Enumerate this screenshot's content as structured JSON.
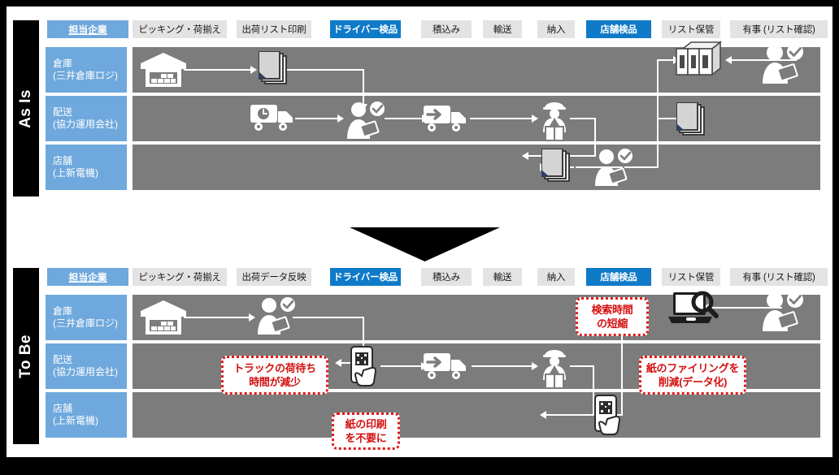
{
  "sections": [
    {
      "id": "as-is",
      "side_label": "As Is",
      "columns": [
        {
          "label": "担当企業",
          "style": "owner"
        },
        {
          "label": "ピッキング・荷揃え",
          "style": "normal"
        },
        {
          "label": "出荷リスト印刷",
          "style": "normal"
        },
        {
          "label": "ドライバー検品",
          "style": "highlight"
        },
        {
          "label": "積込み",
          "style": "normal"
        },
        {
          "label": "輸送",
          "style": "normal"
        },
        {
          "label": "納入",
          "style": "normal"
        },
        {
          "label": "店舗検品",
          "style": "highlight"
        },
        {
          "label": "リスト保管",
          "style": "normal"
        },
        {
          "label": "有事 (リスト確認)",
          "style": "normal"
        }
      ],
      "lanes": [
        {
          "name": "倉庫",
          "sub": "(三井倉庫ロジ)"
        },
        {
          "name": "配送",
          "sub": "(協力運用会社)"
        },
        {
          "name": "店舗",
          "sub": "(上新電機)"
        }
      ],
      "callouts": []
    },
    {
      "id": "to-be",
      "side_label": "To Be",
      "columns": [
        {
          "label": "担当企業",
          "style": "owner"
        },
        {
          "label": "ピッキング・荷揃え",
          "style": "normal"
        },
        {
          "label": "出荷データ反映",
          "style": "normal"
        },
        {
          "label": "ドライバー検品",
          "style": "highlight"
        },
        {
          "label": "積込み",
          "style": "normal"
        },
        {
          "label": "輸送",
          "style": "normal"
        },
        {
          "label": "納入",
          "style": "normal"
        },
        {
          "label": "店舗検品",
          "style": "highlight"
        },
        {
          "label": "リスト保管",
          "style": "normal"
        },
        {
          "label": "有事 (リスト確認)",
          "style": "normal"
        }
      ],
      "lanes": [
        {
          "name": "倉庫",
          "sub": "(三井倉庫ロジ)"
        },
        {
          "name": "配送",
          "sub": "(協力運用会社)"
        },
        {
          "name": "店舗",
          "sub": "(上新電機)"
        }
      ],
      "callouts": [
        {
          "line1": "検索時間",
          "line2": "の短縮"
        },
        {
          "line1": "トラックの荷待ち",
          "line2": "時間が減少"
        },
        {
          "line1": "紙のファイリングを",
          "line2": "削減(データ化)"
        },
        {
          "line1": "紙の印刷",
          "line2": "を不要に"
        }
      ]
    }
  ],
  "icons": {
    "warehouse": "warehouse-icon",
    "documents": "document-stack-icon",
    "delivery_truck_wait": "truck-clock-icon",
    "inspector": "person-inspecting-tablet-icon",
    "loading_truck": "truck-loading-icon",
    "deliveryman": "delivery-person-box-icon",
    "file_archive": "binder-archive-icon",
    "laptop_search": "laptop-search-icon",
    "mobile_scan": "mobile-barcode-scan-icon",
    "check_badge": "check-badge-icon"
  },
  "colors": {
    "accent_blue": "#0f7ac8",
    "owner_blue": "#6fa8dc",
    "lane_gray": "#7c7c7c",
    "chip_gray": "#e3e3e3",
    "callout_red": "#e01b1b",
    "frame_black": "#000000"
  },
  "layout": {
    "column_x": [
      50,
      155,
      283,
      398,
      510,
      586,
      653,
      713,
      806,
      898
    ],
    "column_w": [
      100,
      116,
      92,
      87,
      62,
      48,
      46,
      80,
      72,
      112
    ]
  }
}
